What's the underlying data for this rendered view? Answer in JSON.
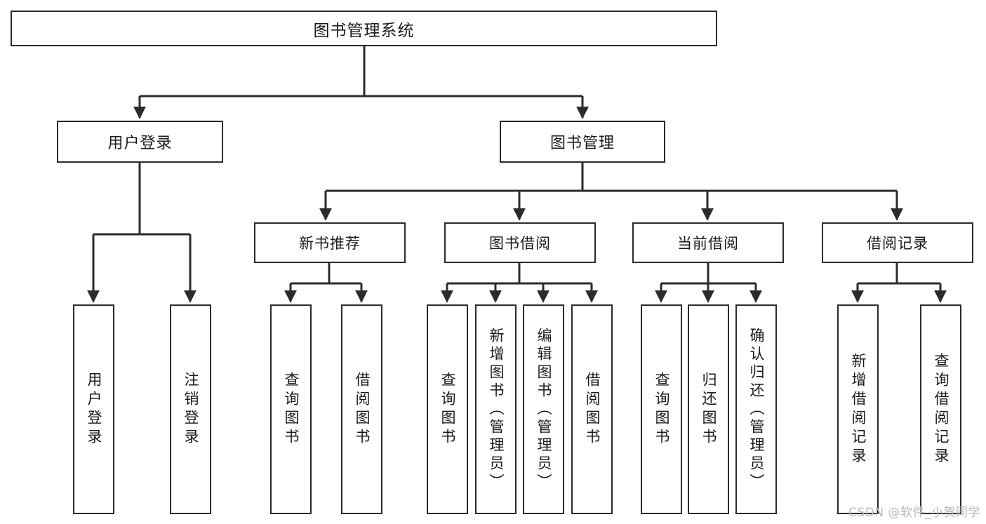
{
  "diagram": {
    "title": "图书管理系统",
    "type": "tree",
    "orientation": "top-down",
    "background_color": "#ffffff",
    "border_color": "#2b2b2b",
    "text_color": "#1a1a1a"
  },
  "nodes": {
    "root": {
      "label": "图书管理系统"
    },
    "level1": [
      {
        "id": "user-login",
        "label": "用户登录"
      },
      {
        "id": "book-manage",
        "label": "图书管理"
      }
    ],
    "level2": [
      {
        "id": "new-book-recommend",
        "label": "新书推荐"
      },
      {
        "id": "book-borrow",
        "label": "图书借阅"
      },
      {
        "id": "current-borrow",
        "label": "当前借阅"
      },
      {
        "id": "borrow-record",
        "label": "借阅记录"
      }
    ],
    "leaves": [
      {
        "id": "leaf-user-login",
        "label": "用户登录",
        "parent": "user-login"
      },
      {
        "id": "leaf-user-logout",
        "label": "注销登录",
        "parent": "user-login"
      },
      {
        "id": "leaf-query-book-1",
        "label": "查询图书",
        "parent": "new-book-recommend"
      },
      {
        "id": "leaf-borrow-book-1",
        "label": "借阅图书",
        "parent": "new-book-recommend"
      },
      {
        "id": "leaf-query-book-2",
        "label": "查询图书",
        "parent": "book-borrow"
      },
      {
        "id": "leaf-add-book",
        "label": "新增图书（管理员）",
        "parent": "book-borrow"
      },
      {
        "id": "leaf-edit-book",
        "label": "编辑图书（管理员）",
        "parent": "book-borrow"
      },
      {
        "id": "leaf-borrow-book-2",
        "label": "借阅图书",
        "parent": "book-borrow"
      },
      {
        "id": "leaf-query-book-3",
        "label": "查询图书",
        "parent": "current-borrow"
      },
      {
        "id": "leaf-return-book",
        "label": "归还图书",
        "parent": "current-borrow"
      },
      {
        "id": "leaf-confirm-return",
        "label": "确认归还（管理员）",
        "parent": "current-borrow"
      },
      {
        "id": "leaf-add-record",
        "label": "新增借阅记录",
        "parent": "borrow-record"
      },
      {
        "id": "leaf-query-record",
        "label": "查询借阅记录",
        "parent": "borrow-record"
      }
    ]
  },
  "watermark": {
    "text": "CSDN @软件_小贺同学"
  }
}
